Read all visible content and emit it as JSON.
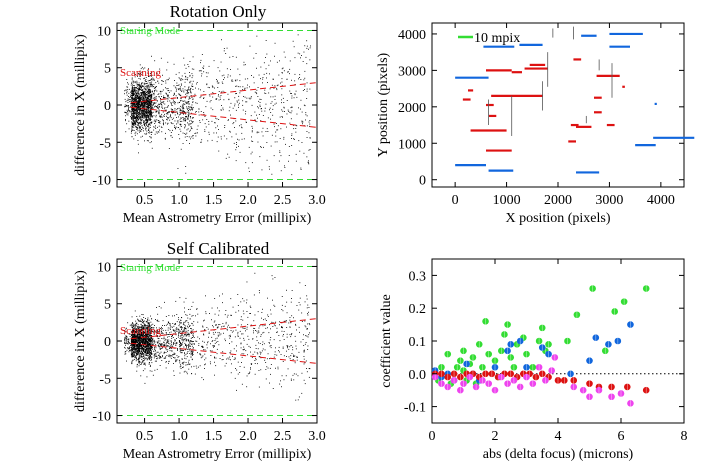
{
  "colors": {
    "green": "#33dd33",
    "red": "#dd1111",
    "blue": "#1166dd",
    "magenta": "#ee44ee",
    "points": "#000000"
  },
  "chart_data": [
    {
      "type": "scatter",
      "title": "Rotation Only",
      "xlabel": "Mean Astrometry Error (millipix)",
      "ylabel": "difference in X (millipix)",
      "xlim": [
        0.1,
        3.0
      ],
      "ylim": [
        -11,
        11
      ],
      "xticks": [
        "0.5",
        "1.0",
        "1.5",
        "2.0",
        "2.5",
        "3.0"
      ],
      "yticks": [
        "10",
        "5",
        "0",
        "-5",
        "-10"
      ],
      "reference_lines": [
        {
          "label": "Staring Mode",
          "color": "#33dd33",
          "y_values": [
            10,
            -10
          ]
        },
        {
          "label": "Scanning",
          "color": "#dd1111",
          "envelope": {
            "start_x": 0.3,
            "start_y": 0.3,
            "end_x": 3.0,
            "end_y": 3.0
          }
        }
      ],
      "point_cloud": {
        "x_range": [
          0.2,
          2.9
        ],
        "dense_x_range": [
          0.3,
          0.6
        ],
        "y_spread": "approx +/-9",
        "dense_core_y": "approx +/-3"
      }
    },
    {
      "type": "scatter",
      "title": "",
      "xlabel": "X position (pixels)",
      "ylabel": "Y position (pixels)",
      "xlim": [
        -450,
        4450
      ],
      "ylim": [
        -200,
        4300
      ],
      "xticks": [
        "0",
        "1000",
        "2000",
        "3000",
        "4000"
      ],
      "yticks": [
        "0",
        "1000",
        "2000",
        "3000",
        "4000"
      ],
      "legend": {
        "label": "10 mpix",
        "color": "#33dd33",
        "position": "top-left"
      },
      "vectors": [
        {
          "x": 0,
          "y": 2800,
          "dx": 650,
          "dy": 0,
          "c": "blue"
        },
        {
          "x": 550,
          "y": 3650,
          "dx": 600,
          "dy": 0,
          "c": "blue"
        },
        {
          "x": 1250,
          "y": 3700,
          "dx": 450,
          "dy": 0,
          "c": "blue"
        },
        {
          "x": 2450,
          "y": 3950,
          "dx": 300,
          "dy": 0,
          "c": "blue"
        },
        {
          "x": 3000,
          "y": 4000,
          "dx": 650,
          "dy": 0,
          "c": "blue"
        },
        {
          "x": 3000,
          "y": 3650,
          "dx": 400,
          "dy": 0,
          "c": "blue"
        },
        {
          "x": 0,
          "y": 400,
          "dx": 600,
          "dy": 0,
          "c": "blue"
        },
        {
          "x": 650,
          "y": 250,
          "dx": 480,
          "dy": 0,
          "c": "blue"
        },
        {
          "x": 2350,
          "y": 200,
          "dx": 450,
          "dy": 0,
          "c": "blue"
        },
        {
          "x": 3500,
          "y": 950,
          "dx": 400,
          "dy": 0,
          "c": "blue"
        },
        {
          "x": 3850,
          "y": 1150,
          "dx": 800,
          "dy": 0,
          "c": "blue"
        },
        {
          "x": 3900,
          "y": 2050,
          "dx": 0,
          "dy": 60,
          "c": "blue"
        },
        {
          "x": 1100,
          "y": 3000,
          "dx": -500,
          "dy": 0,
          "c": "red"
        },
        {
          "x": 1800,
          "y": 3050,
          "dx": -450,
          "dy": 0,
          "c": "red"
        },
        {
          "x": 1750,
          "y": 3150,
          "dx": -300,
          "dy": 0,
          "c": "red"
        },
        {
          "x": 1300,
          "y": 2950,
          "dx": -200,
          "dy": 0,
          "c": "red"
        },
        {
          "x": 2450,
          "y": 3300,
          "dx": -150,
          "dy": 0,
          "c": "red"
        },
        {
          "x": 3200,
          "y": 2850,
          "dx": -450,
          "dy": 0,
          "c": "red"
        },
        {
          "x": 250,
          "y": 2450,
          "dx": 100,
          "dy": 0,
          "c": "red"
        },
        {
          "x": 300,
          "y": 2200,
          "dx": -150,
          "dy": 0,
          "c": "red"
        },
        {
          "x": 600,
          "y": 2050,
          "dx": 150,
          "dy": 0,
          "c": "red"
        },
        {
          "x": 800,
          "y": 1750,
          "dx": -150,
          "dy": 0,
          "c": "red"
        },
        {
          "x": 1700,
          "y": 2300,
          "dx": -1000,
          "dy": 0,
          "c": "red"
        },
        {
          "x": 2850,
          "y": 2250,
          "dx": -150,
          "dy": 0,
          "c": "red"
        },
        {
          "x": 1000,
          "y": 1350,
          "dx": -700,
          "dy": 0,
          "c": "red"
        },
        {
          "x": 1100,
          "y": 800,
          "dx": -500,
          "dy": 0,
          "c": "red"
        },
        {
          "x": 2400,
          "y": 1500,
          "dx": -150,
          "dy": 0,
          "c": "red"
        },
        {
          "x": 2650,
          "y": 1450,
          "dx": -300,
          "dy": 0,
          "c": "red"
        },
        {
          "x": 2850,
          "y": 1850,
          "dx": -150,
          "dy": 0,
          "c": "red"
        },
        {
          "x": 3100,
          "y": 1500,
          "dx": -150,
          "dy": 0,
          "c": "red"
        },
        {
          "x": 2200,
          "y": 1050,
          "dx": 150,
          "dy": 0,
          "c": "red"
        },
        {
          "x": 3250,
          "y": 2550,
          "dx": 50,
          "dy": 0,
          "c": "red"
        }
      ],
      "ticks_vertical": [
        {
          "x": 1100,
          "y1": 1200,
          "y2": 2300
        },
        {
          "x": 1800,
          "y1": 2550,
          "y2": 3500
        },
        {
          "x": 1700,
          "y1": 1900,
          "y2": 2700
        },
        {
          "x": 650,
          "y1": 1500,
          "y2": 2200
        },
        {
          "x": 2300,
          "y1": 3850,
          "y2": 4200
        },
        {
          "x": 3050,
          "y1": 2250,
          "y2": 3200
        },
        {
          "x": 1900,
          "y1": 3900,
          "y2": 4150
        },
        {
          "x": 2550,
          "y1": 1550,
          "y2": 1750
        },
        {
          "x": 2800,
          "y1": 3000,
          "y2": 3300
        }
      ]
    },
    {
      "type": "scatter",
      "title": "Self Calibrated",
      "xlabel": "Mean Astrometry Error (millipix)",
      "ylabel": "difference in X (millipix)",
      "xlim": [
        0.1,
        3.0
      ],
      "ylim": [
        -11,
        11
      ],
      "xticks": [
        "0.5",
        "1.0",
        "1.5",
        "2.0",
        "2.5",
        "3.0"
      ],
      "yticks": [
        "10",
        "5",
        "0",
        "-5",
        "-10"
      ],
      "reference_lines": [
        {
          "label": "Staring Mode",
          "color": "#33dd33",
          "y_values": [
            10,
            -10
          ]
        },
        {
          "label": "Scanning",
          "color": "#dd1111",
          "envelope": {
            "start_x": 0.3,
            "start_y": 0.3,
            "end_x": 3.0,
            "end_y": 3.0
          }
        }
      ],
      "point_cloud": {
        "x_range": [
          0.2,
          2.9
        ],
        "dense_x_range": [
          0.2,
          0.6
        ],
        "y_spread": "approx +/-9",
        "dense_core_y": "approx +/-1.5"
      }
    },
    {
      "type": "scatter",
      "title": "",
      "xlabel": "abs (delta focus) (microns)",
      "ylabel": "coefficient value",
      "xlim": [
        0,
        8
      ],
      "ylim": [
        -0.15,
        0.35
      ],
      "xticks": [
        "0",
        "2",
        "4",
        "6",
        "8"
      ],
      "yticks": [
        "0.3",
        "0.2",
        "0.1",
        "0.0",
        "-0.1"
      ],
      "zero_line": true,
      "series": [
        {
          "color": "green",
          "points": [
            [
              0.2,
              -0.02
            ],
            [
              0.3,
              0.02
            ],
            [
              0.5,
              0.06
            ],
            [
              0.6,
              -0.03
            ],
            [
              0.8,
              0.02
            ],
            [
              0.9,
              0.04
            ],
            [
              1.0,
              0.07
            ],
            [
              1.1,
              -0.02
            ],
            [
              1.2,
              0.03
            ],
            [
              1.3,
              0.05
            ],
            [
              1.4,
              -0.03
            ],
            [
              1.5,
              0.09
            ],
            [
              1.6,
              0.02
            ],
            [
              1.7,
              0.16
            ],
            [
              1.8,
              0.06
            ],
            [
              2.0,
              0.04
            ],
            [
              2.1,
              -0.01
            ],
            [
              2.2,
              0.07
            ],
            [
              2.3,
              0.12
            ],
            [
              2.5,
              0.05
            ],
            [
              2.6,
              0.02
            ],
            [
              2.7,
              0.09
            ],
            [
              2.9,
              0.11
            ],
            [
              3.0,
              0.06
            ],
            [
              3.2,
              0.02
            ],
            [
              3.4,
              0.1
            ],
            [
              3.5,
              0.14
            ],
            [
              3.6,
              0.07
            ],
            [
              3.7,
              0.09
            ],
            [
              4.3,
              0.1
            ],
            [
              4.6,
              0.18
            ],
            [
              5.1,
              0.26
            ],
            [
              5.5,
              0.07
            ],
            [
              5.8,
              0.19
            ],
            [
              6.1,
              0.22
            ],
            [
              6.8,
              0.26
            ],
            [
              1.0,
              0.01
            ],
            [
              2.4,
              0.15
            ]
          ]
        },
        {
          "color": "blue",
          "points": [
            [
              0.1,
              0.01
            ],
            [
              0.3,
              -0.01
            ],
            [
              0.5,
              0.0
            ],
            [
              0.7,
              -0.02
            ],
            [
              1.1,
              0.03
            ],
            [
              1.3,
              0.0
            ],
            [
              1.5,
              -0.02
            ],
            [
              2.0,
              0.02
            ],
            [
              2.4,
              0.07
            ],
            [
              2.5,
              0.09
            ],
            [
              2.8,
              0.1
            ],
            [
              3.0,
              0.02
            ],
            [
              3.5,
              0.08
            ],
            [
              3.7,
              0.06
            ],
            [
              5.0,
              0.04
            ],
            [
              5.2,
              0.11
            ],
            [
              5.6,
              0.09
            ],
            [
              5.9,
              0.1
            ],
            [
              6.3,
              0.15
            ],
            [
              4.4,
              0.0
            ]
          ]
        },
        {
          "color": "red",
          "points": [
            [
              0.1,
              0.0
            ],
            [
              0.3,
              0.0
            ],
            [
              0.5,
              -0.01
            ],
            [
              0.7,
              0.0
            ],
            [
              0.9,
              -0.01
            ],
            [
              1.1,
              0.0
            ],
            [
              1.3,
              0.0
            ],
            [
              1.5,
              -0.01
            ],
            [
              1.7,
              0.0
            ],
            [
              1.9,
              0.0
            ],
            [
              2.1,
              -0.01
            ],
            [
              2.3,
              0.0
            ],
            [
              2.5,
              0.0
            ],
            [
              2.7,
              -0.01
            ],
            [
              2.9,
              0.0
            ],
            [
              3.1,
              0.0
            ],
            [
              3.3,
              -0.01
            ],
            [
              3.5,
              0.0
            ],
            [
              3.7,
              -0.01
            ],
            [
              4.0,
              -0.02
            ],
            [
              4.2,
              -0.02
            ],
            [
              4.5,
              -0.02
            ],
            [
              5.0,
              -0.03
            ],
            [
              5.3,
              -0.04
            ],
            [
              5.7,
              -0.04
            ],
            [
              6.2,
              -0.04
            ],
            [
              6.8,
              -0.05
            ]
          ]
        },
        {
          "color": "magenta",
          "points": [
            [
              0.1,
              -0.01
            ],
            [
              0.3,
              -0.03
            ],
            [
              0.5,
              -0.04
            ],
            [
              0.7,
              -0.02
            ],
            [
              0.9,
              -0.05
            ],
            [
              1.0,
              -0.03
            ],
            [
              1.2,
              -0.01
            ],
            [
              1.4,
              -0.04
            ],
            [
              1.6,
              -0.02
            ],
            [
              1.8,
              -0.03
            ],
            [
              2.0,
              -0.05
            ],
            [
              2.2,
              -0.01
            ],
            [
              2.4,
              -0.03
            ],
            [
              2.6,
              -0.02
            ],
            [
              2.8,
              -0.04
            ],
            [
              3.0,
              -0.01
            ],
            [
              3.2,
              -0.03
            ],
            [
              3.4,
              0.02
            ],
            [
              3.6,
              -0.02
            ],
            [
              3.8,
              0.01
            ],
            [
              4.5,
              -0.04
            ],
            [
              4.8,
              -0.05
            ],
            [
              5.0,
              -0.07
            ],
            [
              5.3,
              -0.05
            ],
            [
              5.7,
              -0.07
            ],
            [
              6.0,
              -0.06
            ],
            [
              6.3,
              -0.09
            ],
            [
              3.9,
              0.05
            ]
          ]
        }
      ]
    }
  ]
}
